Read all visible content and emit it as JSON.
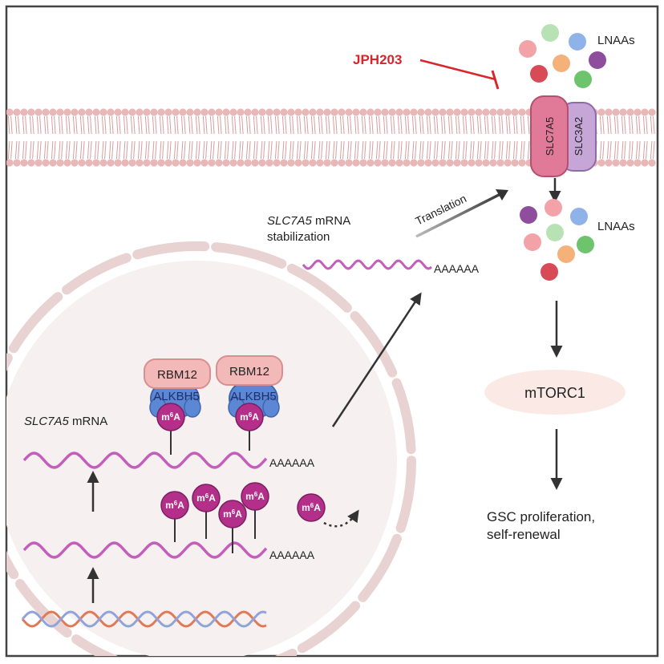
{
  "inhibitor": {
    "label": "JPH203",
    "color": "#d9262b"
  },
  "top_aa": {
    "label": "LNAAs"
  },
  "mid_aa": {
    "label": "LNAAs"
  },
  "transporter": {
    "slc7a5": "SLC7A5",
    "slc3a2": "SLC3A2"
  },
  "translation": {
    "label": "Translation"
  },
  "stabilization": {
    "gene": "SLC7A5",
    "text": " mRNA",
    "line2": "stabilization",
    "polyA": "AAAAAA"
  },
  "mtorc1": {
    "label": "mTORC1"
  },
  "outcome": {
    "line1": "GSC proliferation,",
    "line2": "self-renewal"
  },
  "nucleus": {
    "mrna_label_gene": "SLC7A5",
    "mrna_label_text": " mRNA",
    "upper_polyA": "AAAAAA",
    "lower_polyA": "AAAAAA",
    "reader1": {
      "rbm": "RBM12",
      "alk": "ALKBH5"
    },
    "reader2": {
      "rbm": "RBM12",
      "alk": "ALKBH5"
    },
    "mark": "m6A"
  },
  "colors": {
    "membrane_head": "#e8b8b8",
    "membrane_tail": "#d99c9c",
    "nucleus_fill": "#f7f0f0",
    "nucleus_edge": "#e8d2d2",
    "mrna": "#c35fbb",
    "m6a": "#b32f8a",
    "rbm12": "#f3b9b9",
    "alkbh5": "#5b87d4",
    "dna_red": "#e07a56",
    "dna_blue": "#8fa4d8",
    "mtorc1_fill": "#fbe9e6",
    "aa_colors": [
      "#f3a3a8",
      "#b8e2b4",
      "#8fb2e8",
      "#8f4d9e",
      "#d84a56",
      "#f4b27a",
      "#6dc46d"
    ]
  }
}
